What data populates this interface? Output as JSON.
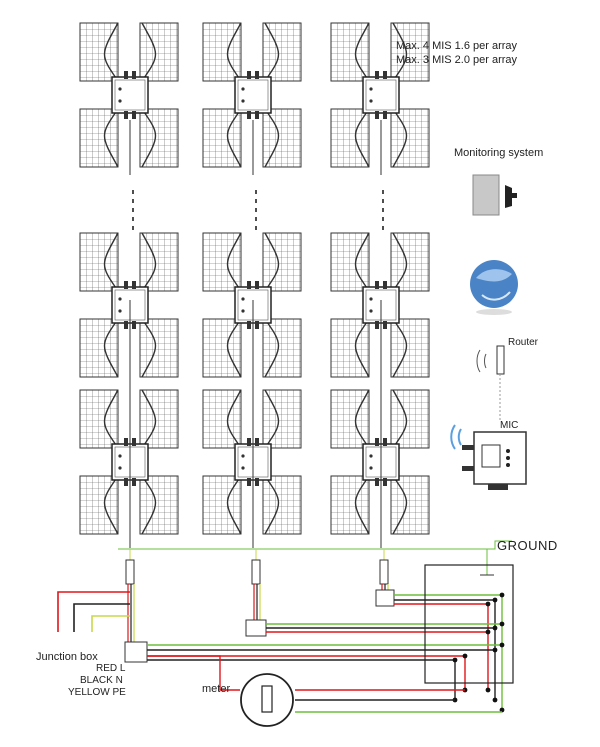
{
  "notes": {
    "line1": "Max. 4 MIS 1.6 per array",
    "line2": "Max. 3 MIS 2.0 per array"
  },
  "labels": {
    "monitoring_system": "Monitoring system",
    "router": "Router",
    "mic": "MIC",
    "ground": "GROUND",
    "junction_box": "Junction box",
    "meter": "meter"
  },
  "wire_legend": {
    "red": "RED L",
    "black": "BLACK N",
    "yellow": "YELLOW PE"
  },
  "colors": {
    "red_wire": "#e0161b",
    "black_wire": "#222222",
    "yellow_wire": "#c9d84a",
    "green_wire": "#6bbf3a",
    "panel_grid": "#444444"
  }
}
